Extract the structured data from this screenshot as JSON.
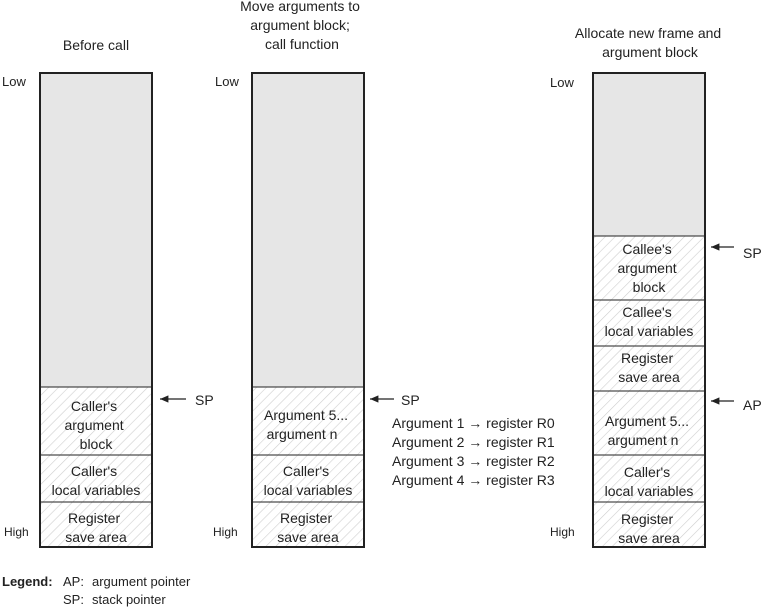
{
  "stack1": {
    "title_lines": [
      "Before call"
    ],
    "low": "Low",
    "high": "High",
    "sp": "SP",
    "blocks": [
      {
        "lines": [
          "Caller's",
          "argument",
          "block"
        ]
      },
      {
        "lines": [
          "Caller's",
          "local variables"
        ]
      },
      {
        "lines": [
          "Register",
          "save area"
        ]
      }
    ]
  },
  "stack2": {
    "title_lines": [
      "Move arguments to",
      "argument block;",
      "call function"
    ],
    "low": "Low",
    "high": "High",
    "sp": "SP",
    "blocks": [
      {
        "lines": [
          "Argument 5...",
          "argument n"
        ]
      },
      {
        "lines": [
          "Caller's",
          "local variables"
        ]
      },
      {
        "lines": [
          "Register",
          "save area"
        ]
      }
    ]
  },
  "register_map": [
    "Argument 1 → register R0",
    "Argument 2 → register R1",
    "Argument 3 → register R2",
    "Argument 4 → register R3"
  ],
  "stack3": {
    "title_lines": [
      "Allocate new frame and",
      "argument block"
    ],
    "low": "Low",
    "high": "High",
    "sp": "SP",
    "ap": "AP",
    "blocks": [
      {
        "lines": [
          "Callee's",
          "argument",
          "block"
        ]
      },
      {
        "lines": [
          "Callee's",
          "local variables"
        ]
      },
      {
        "lines": [
          "Register",
          "save area"
        ]
      },
      {
        "lines": [
          "Argument 5...",
          "argument n"
        ]
      },
      {
        "lines": [
          "Caller's",
          "local variables"
        ]
      },
      {
        "lines": [
          "Register",
          "save area"
        ]
      }
    ]
  },
  "legend": {
    "label": "Legend:",
    "items": [
      {
        "abbr": "AP:",
        "text": "argument pointer"
      },
      {
        "abbr": "SP:",
        "text": "stack pointer"
      }
    ]
  },
  "colors": {
    "empty_region": "#e6e6e6",
    "outline": "#222222",
    "hatch": "#cfcfcf"
  }
}
